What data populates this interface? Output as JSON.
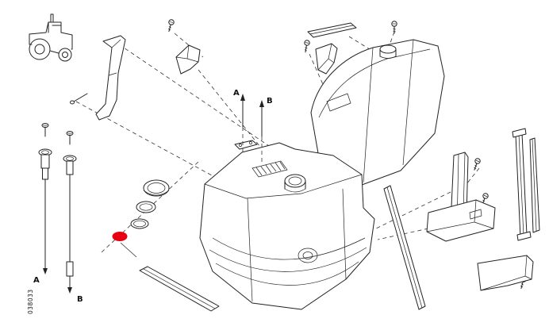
{
  "diagram": {
    "part_code": "038033",
    "labels": {
      "top_a": "A",
      "top_b": "B",
      "bottom_a": "A",
      "bottom_b": "B"
    },
    "colors": {
      "line": "#222222",
      "highlight": "#e60012",
      "background": "#ffffff"
    },
    "icons": {
      "vehicle": "tractor-icon"
    }
  }
}
